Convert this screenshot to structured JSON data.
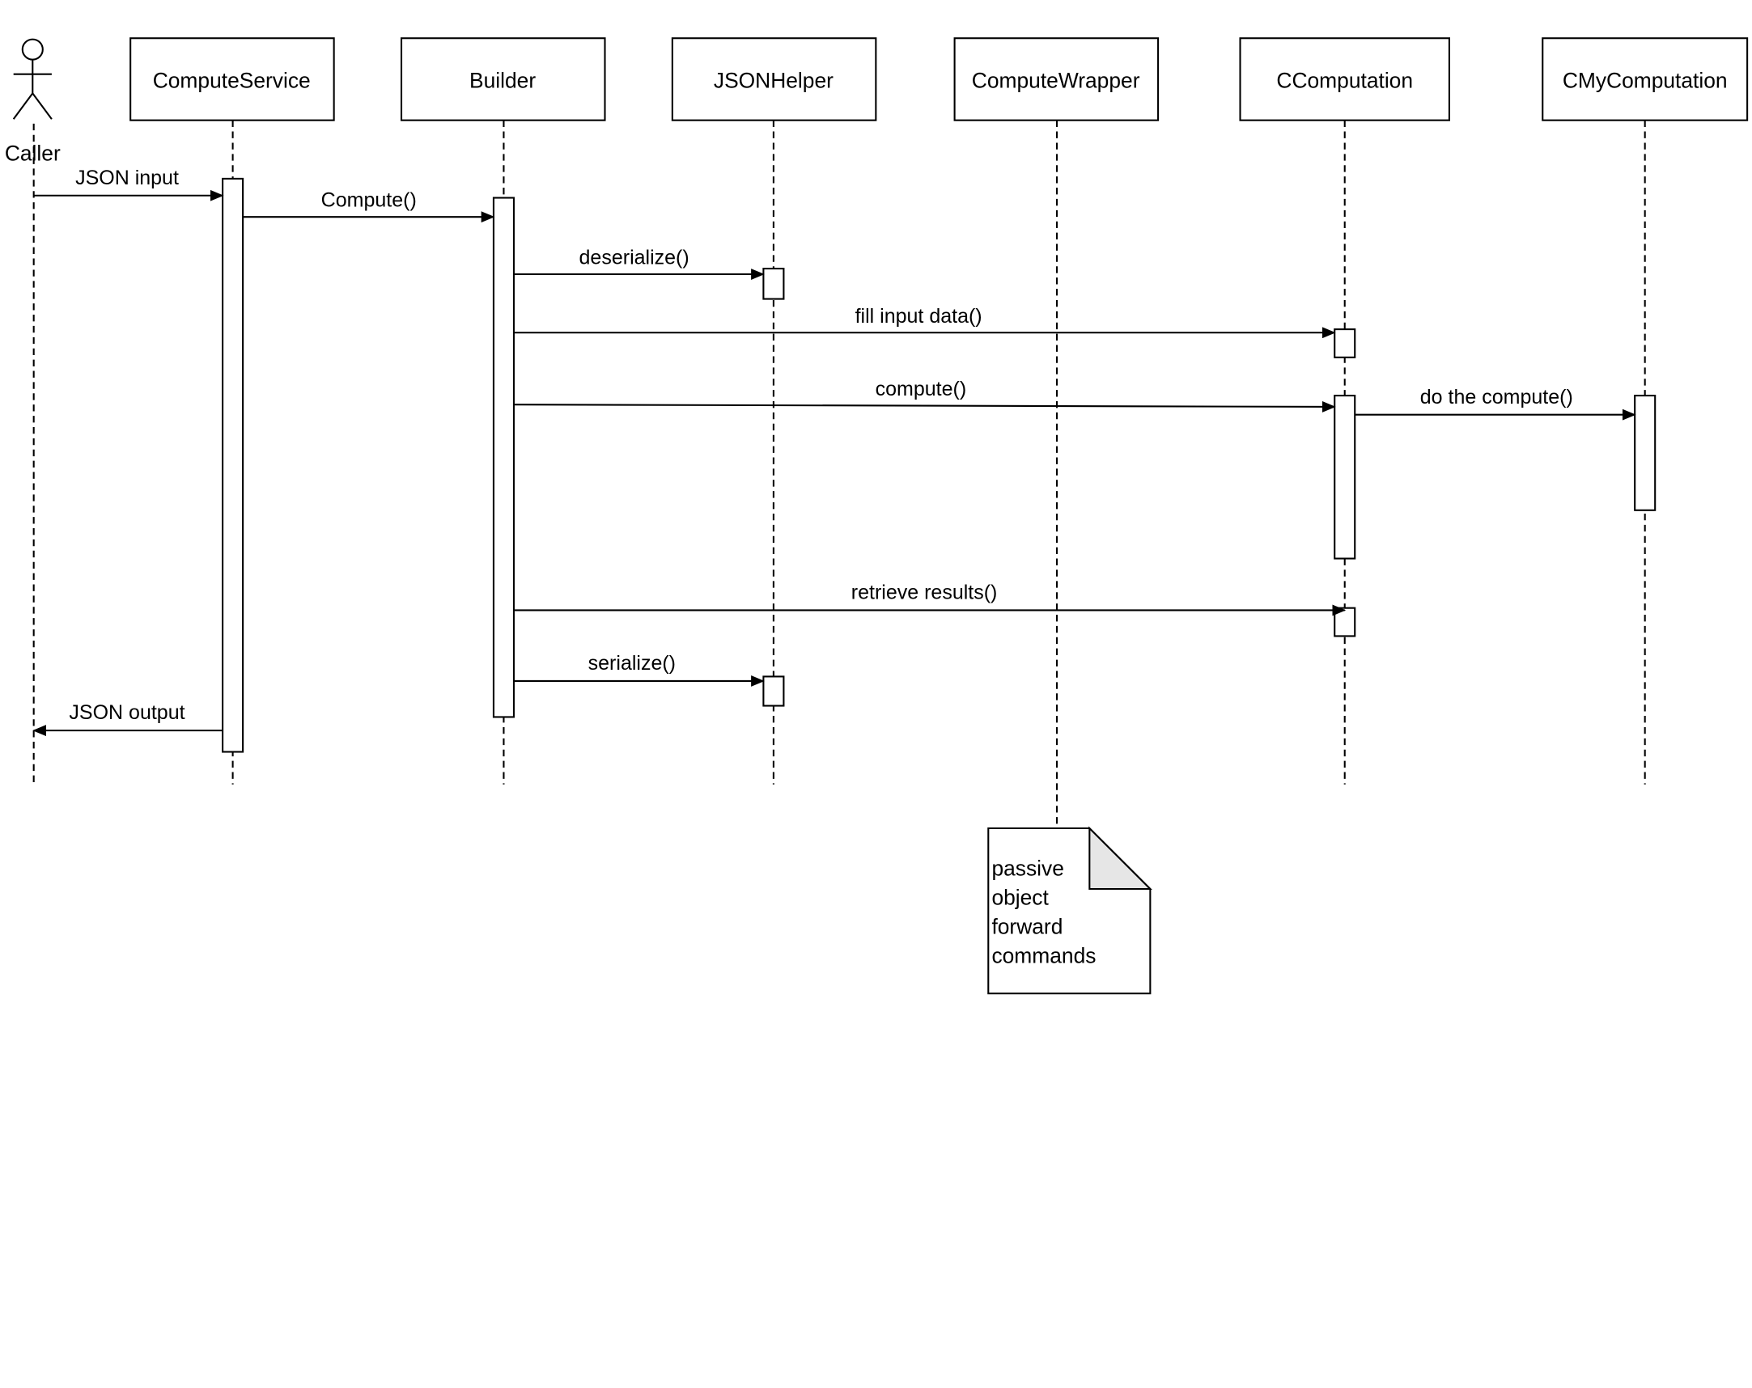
{
  "diagram": {
    "participants": [
      {
        "id": "caller",
        "label": "Caller"
      },
      {
        "id": "computeservice",
        "label": "ComputeService"
      },
      {
        "id": "builder",
        "label": "Builder"
      },
      {
        "id": "jsonhelper",
        "label": "JSONHelper"
      },
      {
        "id": "computewrapper",
        "label": "ComputeWrapper"
      },
      {
        "id": "ccomputation",
        "label": "CComputation"
      },
      {
        "id": "cmycomputation",
        "label": "CMyComputation"
      }
    ],
    "messages": [
      {
        "from": "caller",
        "to": "computeservice",
        "label": "JSON input"
      },
      {
        "from": "computeservice",
        "to": "builder",
        "label": "Compute()"
      },
      {
        "from": "builder",
        "to": "jsonhelper",
        "label": "deserialize()"
      },
      {
        "from": "builder",
        "to": "ccomputation",
        "label": "fill input data()"
      },
      {
        "from": "builder",
        "to": "ccomputation",
        "label": "compute()"
      },
      {
        "from": "ccomputation",
        "to": "cmycomputation",
        "label": "do the compute()"
      },
      {
        "from": "builder",
        "to": "ccomputation",
        "label": "retrieve results()"
      },
      {
        "from": "builder",
        "to": "jsonhelper",
        "label": "serialize()"
      },
      {
        "from": "computeservice",
        "to": "caller",
        "label": "JSON output"
      }
    ],
    "note": {
      "attached_to": "computewrapper",
      "lines": [
        "passive",
        "object",
        "forward",
        "commands"
      ]
    }
  }
}
